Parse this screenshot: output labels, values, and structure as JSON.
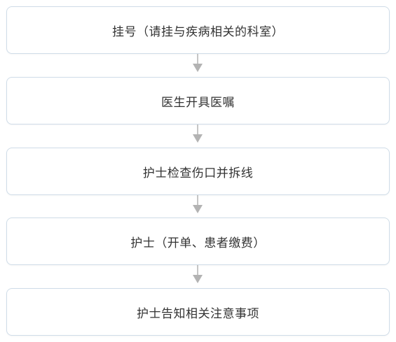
{
  "steps": [
    {
      "label": "挂号（请挂与疾病相关的科室）"
    },
    {
      "label": "医生开具医嘱"
    },
    {
      "label": "护士检查伤口并拆线"
    },
    {
      "label": "护士（开单、患者缴费）"
    },
    {
      "label": "护士告知相关注意事项"
    }
  ],
  "colors": {
    "box_border": "#cfdce8",
    "arrow": "#b3b3b3",
    "text": "#333333"
  }
}
